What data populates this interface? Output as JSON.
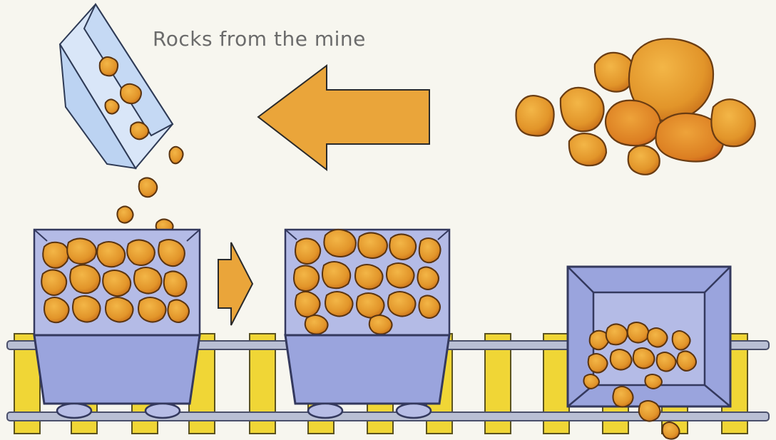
{
  "caption": "Rocks from the mine",
  "colors": {
    "background": "#f7f6ef",
    "rock_fill": "#e79c2c",
    "rock_fill_dark": "#d9801f",
    "cart": "#9aa4dd",
    "arrow": "#eaa53a",
    "railroad_tie": "#f0d636",
    "chute": "#bcd3f2"
  },
  "elements": {
    "chute": "chute-icon",
    "big_arrow": "arrow-left-icon",
    "small_arrow": "arrow-right-icon",
    "carts": [
      "mine-cart-full",
      "mine-cart-full",
      "mine-cart-dumping"
    ],
    "track": "railroad-track"
  }
}
